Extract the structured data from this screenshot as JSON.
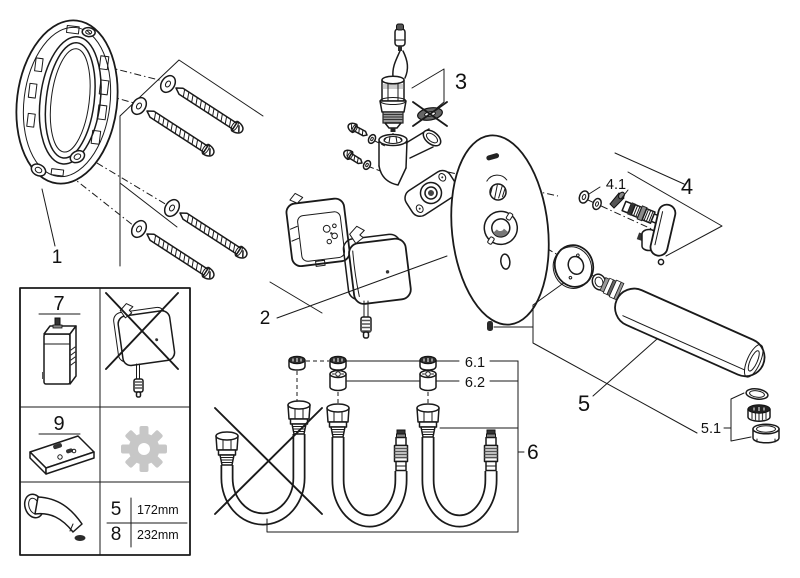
{
  "diagram": {
    "type": "exploded-parts-diagram",
    "callouts": {
      "frame": "1",
      "control_box": "2",
      "cartridge": "3",
      "handle": "4",
      "handle_parts": "4.1",
      "spout": "5",
      "aerator": "5.1",
      "hoses": "6",
      "hose_cap": "6.1",
      "hose_adapter": "6.2",
      "power_supply": "7",
      "remote": "9"
    },
    "legend": {
      "rows": [
        {
          "part": "5",
          "length": "172mm"
        },
        {
          "part": "8",
          "length": "232mm"
        }
      ]
    },
    "colors": {
      "line": "#1a1a1a",
      "dark_fill": "#2b2b2b",
      "mid_gray": "#8a8a8a",
      "light_gray": "#c7c7c7",
      "background": "#ffffff"
    }
  }
}
